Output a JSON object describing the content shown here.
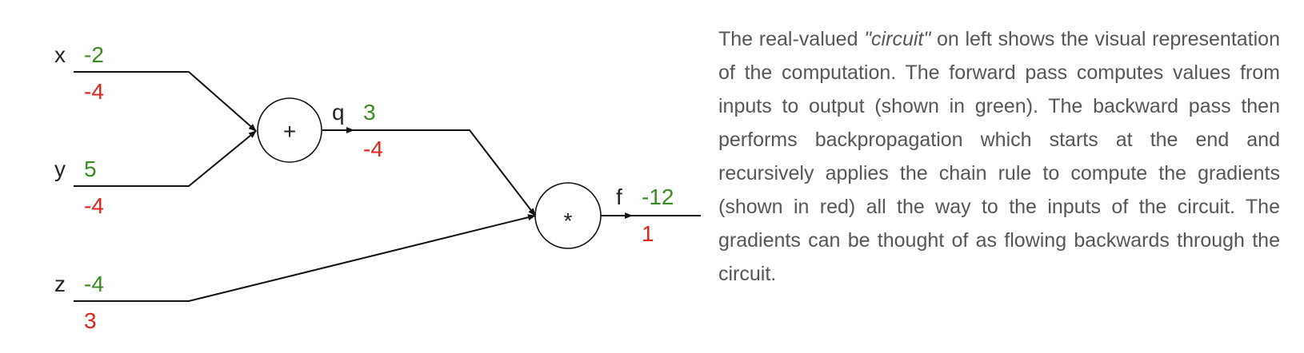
{
  "diagram": {
    "inputs": {
      "x": {
        "label": "x",
        "forward": "-2",
        "backward": "-4"
      },
      "y": {
        "label": "y",
        "forward": "5",
        "backward": "-4"
      },
      "z": {
        "label": "z",
        "forward": "-4",
        "backward": "3"
      }
    },
    "q": {
      "label": "q",
      "forward": "3",
      "backward": "-4"
    },
    "f": {
      "label": "f",
      "forward": "-12",
      "backward": "1"
    },
    "add_gate": "+",
    "mul_gate": "*"
  },
  "caption": {
    "part1": "The real-valued ",
    "emphasis": "\"circuit\"",
    "part2": " on left shows the visual representation of the computation. The forward pass computes values from inputs to output (shown in green). The backward pass then performs backpropagation which starts at the end and recursively applies the chain rule to compute the gradients (shown in red) all the way to the inputs of the circuit. The gradients can be thought of as flowing backwards through the circuit."
  },
  "colors": {
    "forward": "#3a8a22",
    "backward": "#e2231a",
    "text": "#555555"
  }
}
